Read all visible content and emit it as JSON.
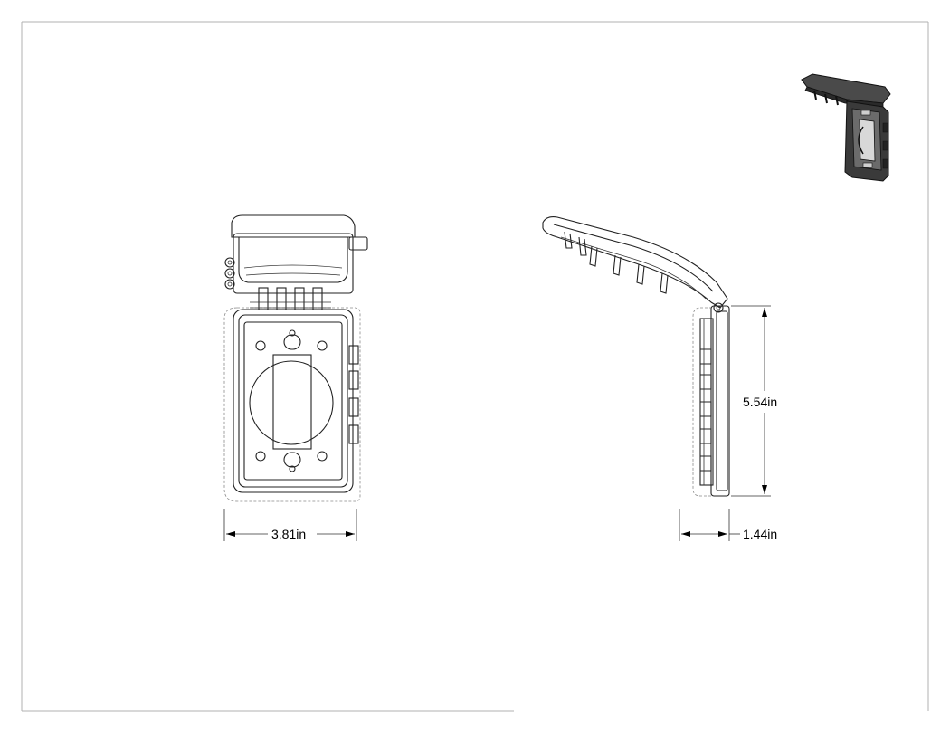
{
  "dimensions": {
    "width": "3.81in",
    "height": "5.54in",
    "depth": "1.44in"
  },
  "colors": {
    "line": "#222222",
    "hidden_line": "#8a8a8a",
    "border": "#aaaaaa",
    "iso_dark": "#2a2a2a",
    "iso_mid": "#6b6b6b"
  }
}
